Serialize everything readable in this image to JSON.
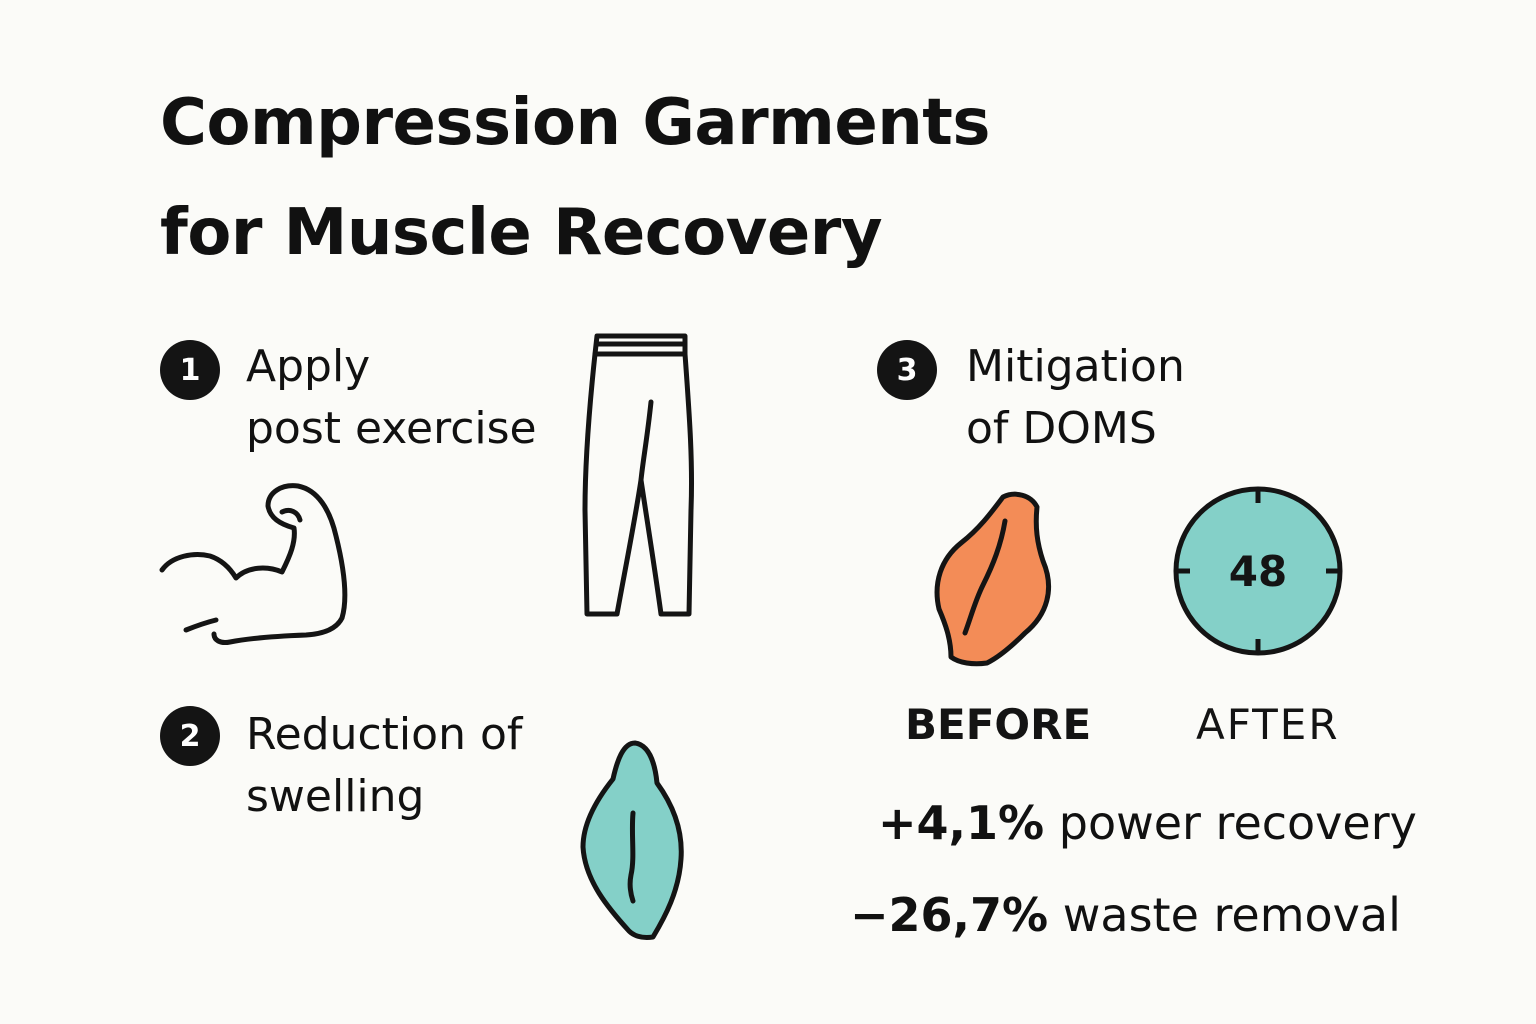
{
  "title": {
    "line1": "Compression Garments",
    "line2": "for Muscle Recovery"
  },
  "steps": [
    {
      "number": "1",
      "line1": "Apply",
      "line2": "post exercise"
    },
    {
      "number": "2",
      "line1": "Reduction of",
      "line2": "swelling"
    },
    {
      "number": "3",
      "line1": "Mitigation",
      "line2": "of DOMS"
    }
  ],
  "comparison": {
    "before_label": "BEFORE",
    "after_label": "AFTER",
    "timer_value": "48"
  },
  "stats": [
    {
      "value": "+4,1%",
      "label": "power recovery"
    },
    {
      "value": "−26,7%",
      "label": "waste removal"
    }
  ],
  "colors": {
    "orange": "#f38c57",
    "teal": "#84d0c8",
    "dark": "#141414",
    "background": "#fbfbf8"
  },
  "icons": [
    "flexed-arm-icon",
    "compression-tights-icon",
    "teal-muscle-icon",
    "orange-muscle-icon",
    "clock-icon"
  ]
}
